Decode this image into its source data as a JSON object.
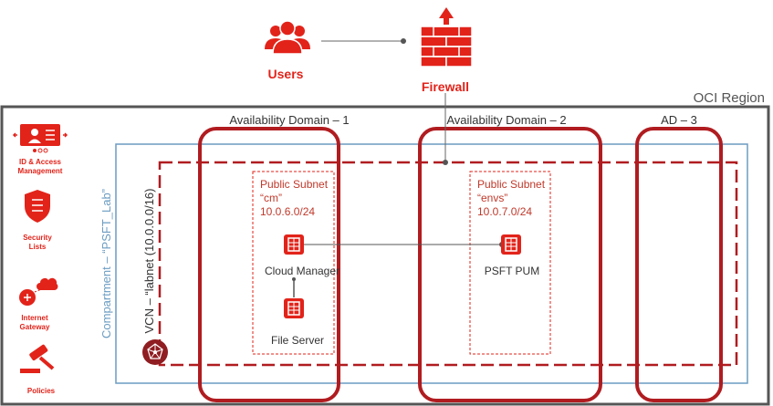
{
  "colors": {
    "brand_red": "#e2231a",
    "domain_red": "#b01c20",
    "compartment_blue": "#6b9cc2",
    "region_gray": "#555555",
    "dark_red": "#8f1d21"
  },
  "top": {
    "users_label": "Users",
    "firewall_label": "Firewall",
    "users_icon": "users-icon",
    "firewall_icon": "firewall-icon"
  },
  "region": {
    "label": "OCI Region"
  },
  "domains": {
    "ad1_label": "Availability Domain – 1",
    "ad2_label": "Availability Domain – 2",
    "ad3_label": "AD – 3"
  },
  "compartment": {
    "label": "Compartment – “PSFT_Lab”"
  },
  "vcn": {
    "label": "VCN – “labnet (10.0.0.0/16)"
  },
  "subnets": [
    {
      "line1": "Public Subnet",
      "line2": "“cm”",
      "cidr": "10.0.6.0/24"
    },
    {
      "line1": "Public Subnet",
      "line2": "“envs”",
      "cidr": "10.0.7.0/24"
    }
  ],
  "servers": {
    "cloud_manager": "Cloud Manager",
    "file_server": "File Server",
    "psft_pum": "PSFT PUM"
  },
  "sidebar": {
    "iam_line1": "ID & Access",
    "iam_line2": "Management",
    "security_line1": "Security",
    "security_line2": "Lists",
    "gateway_line1": "Internet",
    "gateway_line2": "Gateway",
    "policies": "Policies"
  }
}
